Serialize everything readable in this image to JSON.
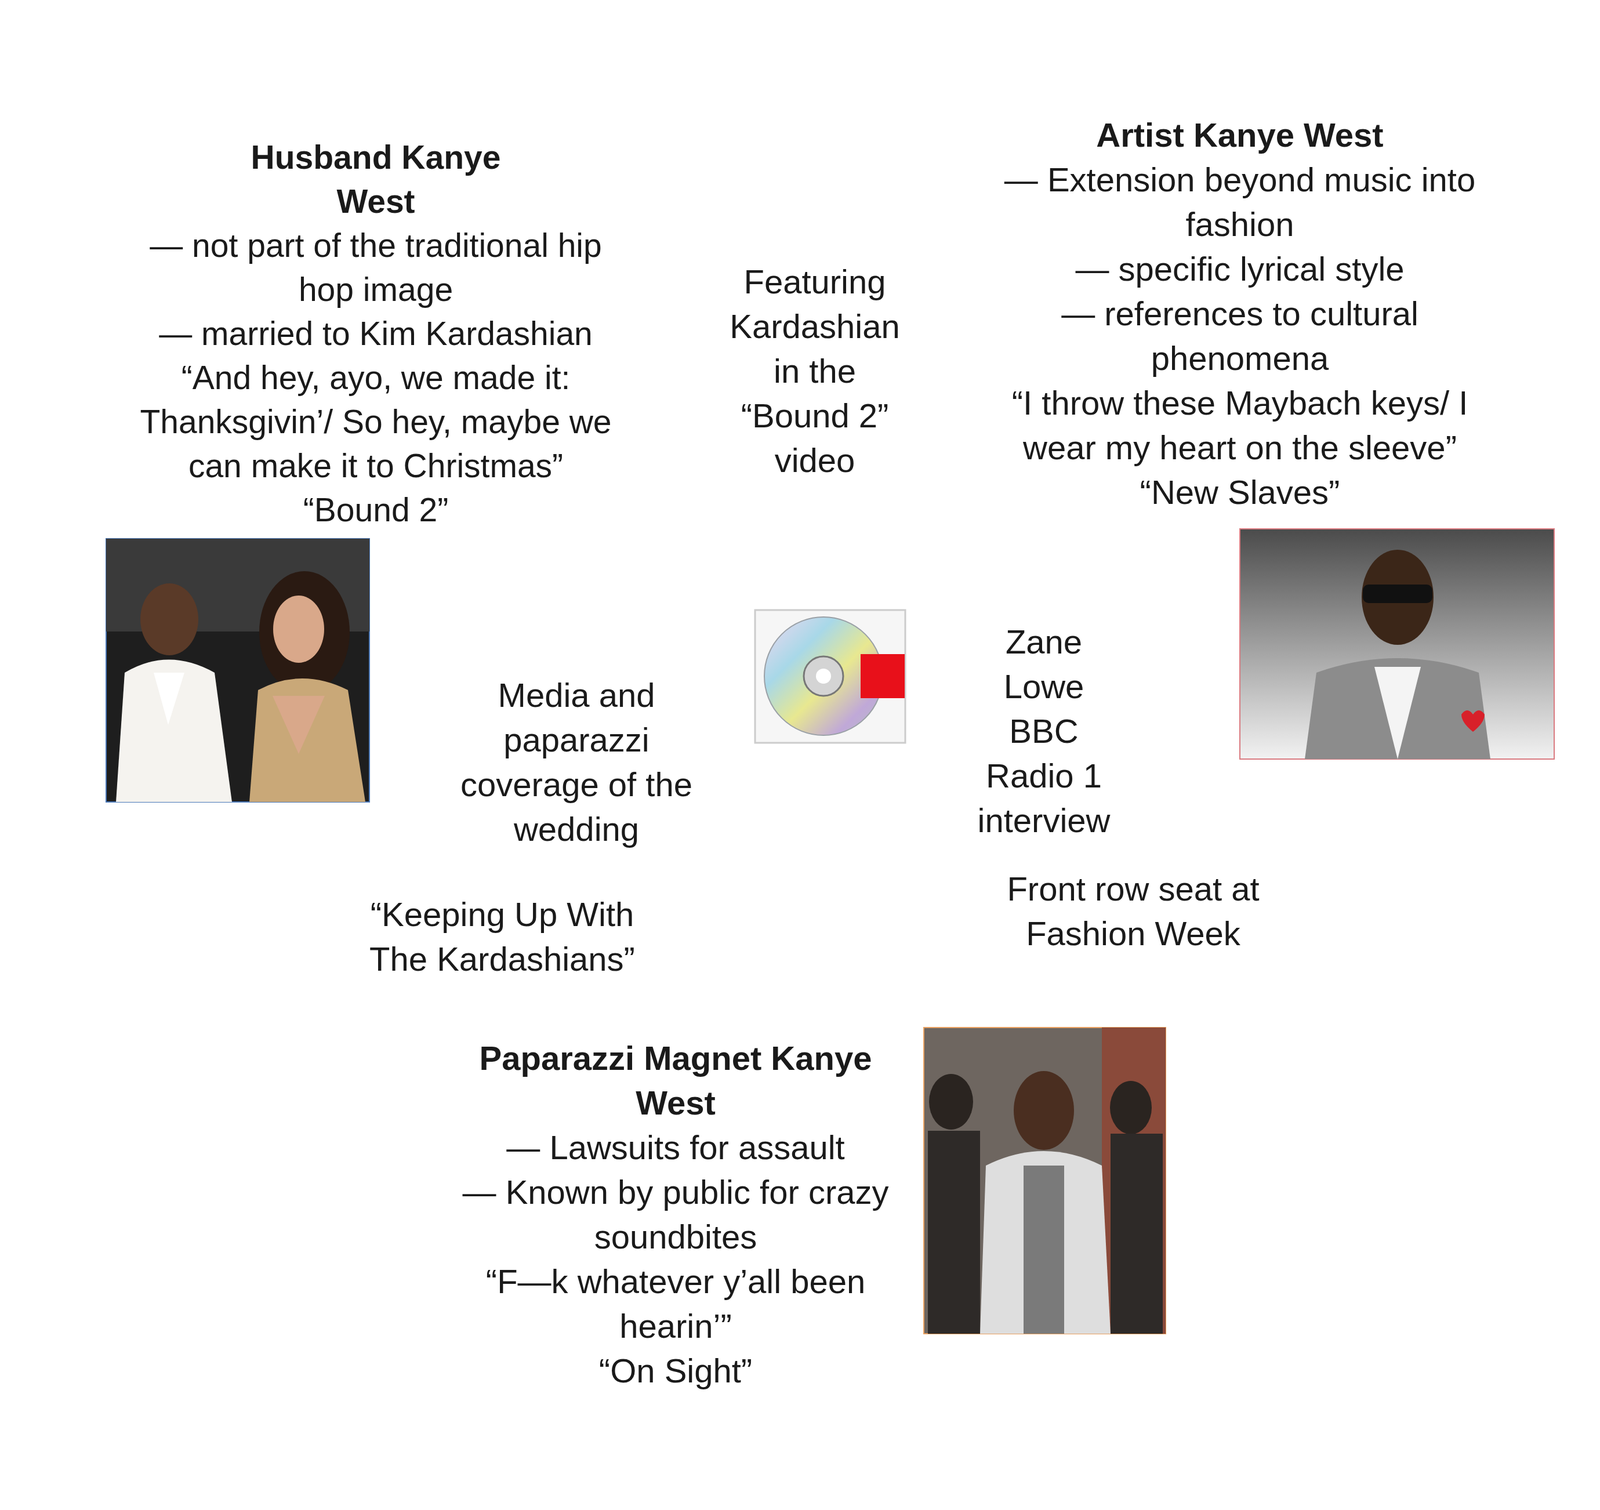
{
  "diagram": {
    "nodes": [
      {
        "text": [
          "Husband Kanye West",
          "— not part of the traditional hip hop image",
          "— married to Kim Kardashian",
          "“And hey, ayo, we made it: Thanksgivin’/ So hey, maybe we can make it to Christmas”",
          "“Bound 2”"
        ]
      },
      {
        "text": [
          "Artist Kanye West",
          "— Extension beyond music into fashion",
          "— specific lyrical style",
          "— references to cultural phenomena",
          "“I throw these Maybach keys/ I wear my heart on the sleeve”",
          "“New Slaves”"
        ]
      },
      {
        "text": [
          "Paparazzi Magnet Kanye West",
          "— Lawsuits for assault",
          "— Known by public for crazy soundbites",
          "“F—k whatever y’all been hearin’”",
          "“On Sight”"
        ]
      }
    ],
    "labels": [
      "Featuring Kardashian in the “Bound 2” video",
      "Media and paparazzi coverage of the wedding",
      "“Keeping Up With The Kardashians”",
      "Zane Lowe BBC Radio 1 interview",
      "Front row seat at Fashion Week"
    ]
  }
}
